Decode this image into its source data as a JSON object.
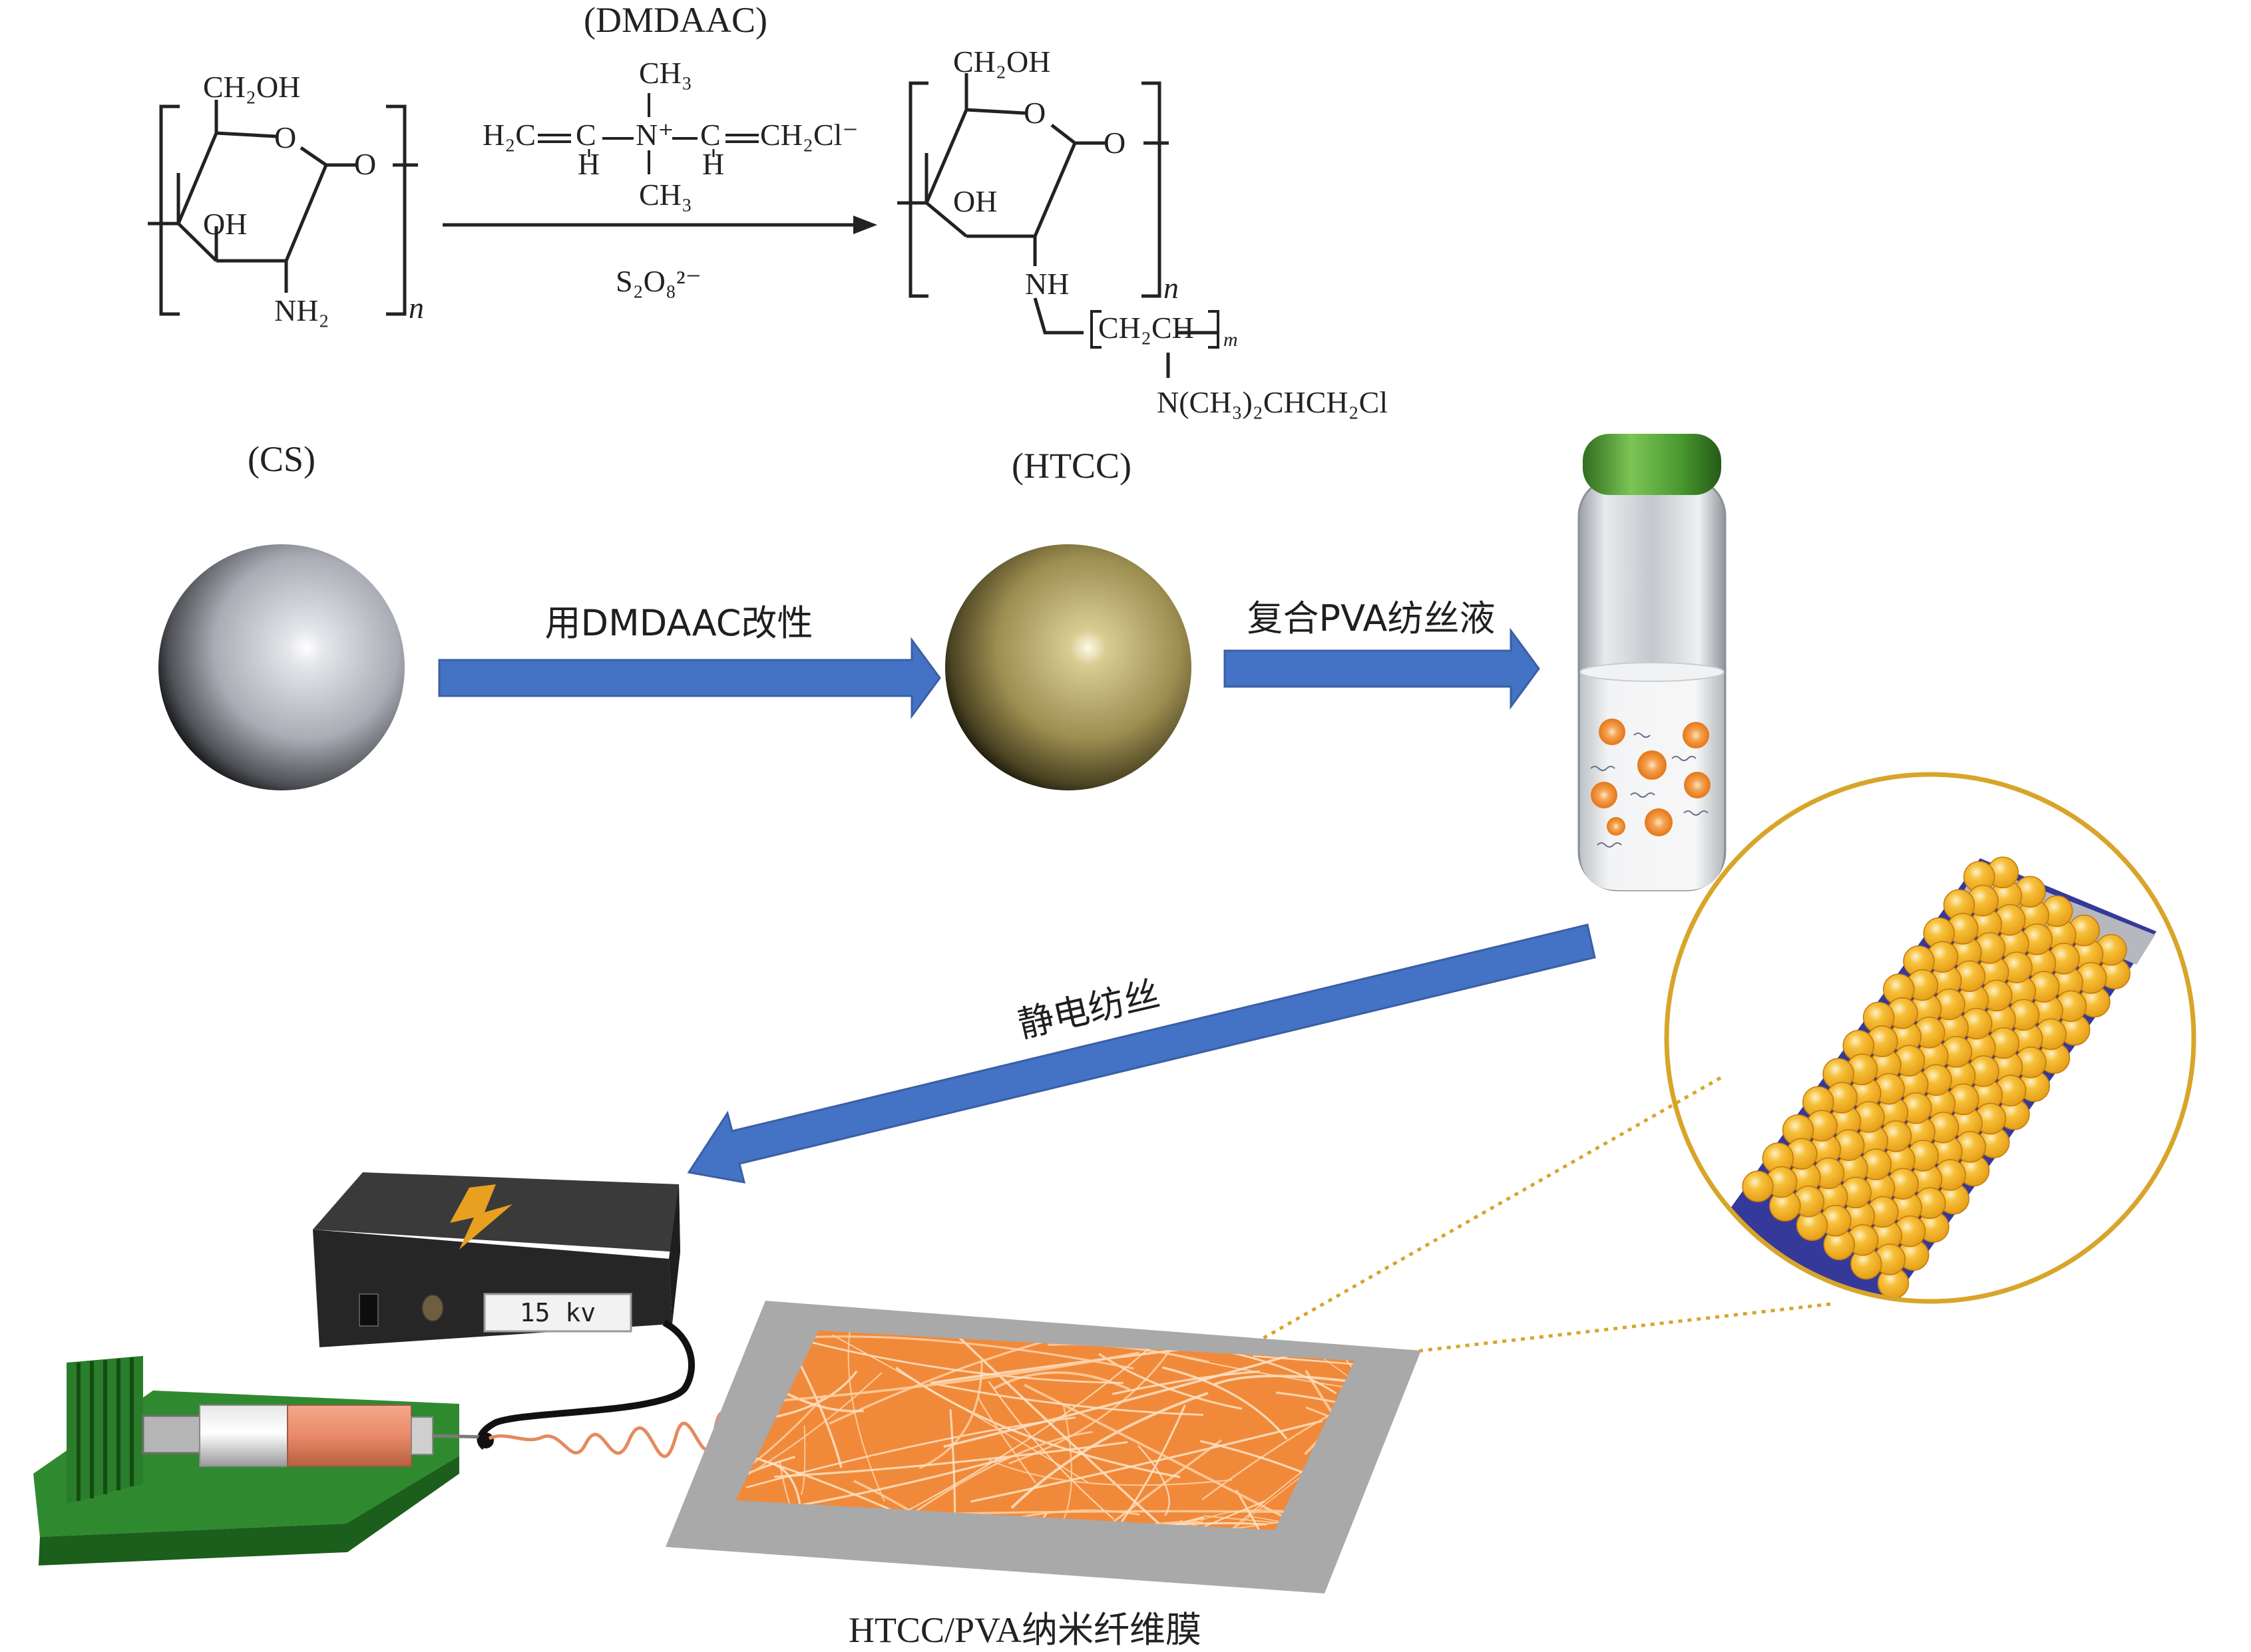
{
  "reaction": {
    "reagent_label": "(DMDAAC)",
    "catalyst": "S₂O₈²⁻",
    "reactant_label": "(CS)",
    "product_label": "(HTCC)",
    "chitosan": {
      "ch2oh": "CH₂OH",
      "ring_o": "O",
      "link_o": "O",
      "oh": "OH",
      "nh2": "NH₂",
      "repeat": "n"
    },
    "dmdaac": {
      "left": "H₂C",
      "c1": "C",
      "h1": "H",
      "n_plus": "N⁺",
      "ch3_top": "CH₃",
      "ch3_bottom": "CH₃",
      "c2": "C",
      "h2": "H",
      "right": "CH₂Cl⁻"
    },
    "htcc": {
      "ch2oh": "CH₂OH",
      "ring_o": "O",
      "link_o": "O",
      "oh": "OH",
      "nh": "NH",
      "repeat": "n",
      "chain": "CH₂CH",
      "chain_repeat": "m",
      "side": "N(CH₃)₂CHCH₂Cl"
    }
  },
  "process": {
    "step1_label": "用DMDAAC改性",
    "step2_label": "复合PVA纺丝液",
    "step3_label": "静电纺丝",
    "power_readout": "15 kv",
    "membrane_label": "HTCC/PVA纳米纤维膜"
  },
  "colors": {
    "arrow_blue": "#4472c4",
    "cs_sphere": "#b9bcc4",
    "htcc_sphere": "#a89a5c",
    "bottle_cap": "#5aa63a",
    "particle_orange": "#ee8a2a",
    "fiber_yellow": "#f4b42a",
    "fiber_core": "#3a3fa0",
    "mat_orange": "#f0883a",
    "collector_gray": "#a9a9a9",
    "zoom_outline": "#d8a52a",
    "base_green": "#2e8a2e",
    "power_box": "#2a2a2a",
    "bolt": "#e8a020",
    "syringe_fluid": "#e38a6a"
  }
}
